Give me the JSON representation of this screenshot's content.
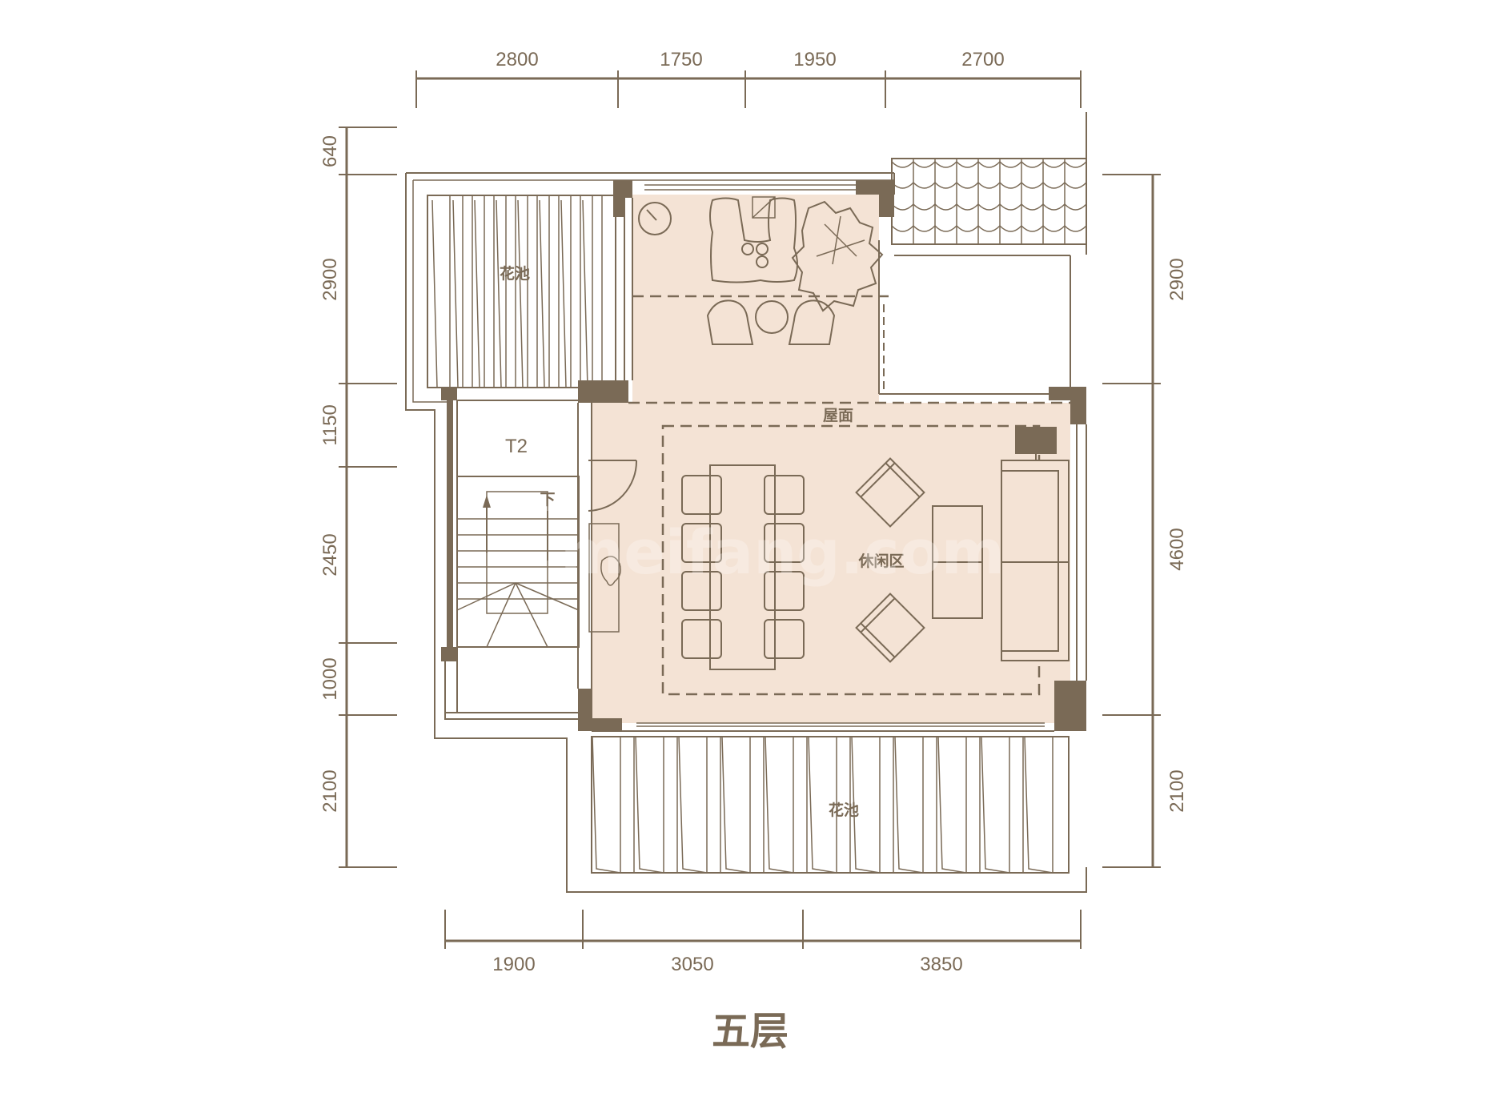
{
  "plan": {
    "title": "五层",
    "watermark": "meifang.com",
    "colors": {
      "line": "#7a6a56",
      "floor": "#f4e3d5",
      "background": "#ffffff"
    },
    "rooms": {
      "roof": "屋面",
      "leisure": "休闲区",
      "stair": "T2",
      "stair_down": "下",
      "planter_left": "花池",
      "planter_bottom": "花池"
    },
    "dimensions": {
      "top": [
        "2800",
        "1750",
        "1950",
        "2700"
      ],
      "bottom": [
        "1900",
        "3050",
        "3850"
      ],
      "left": [
        "640",
        "2900",
        "1150",
        "2450",
        "1000",
        "2100"
      ],
      "right": [
        "2900",
        "4600",
        "2100"
      ]
    }
  }
}
